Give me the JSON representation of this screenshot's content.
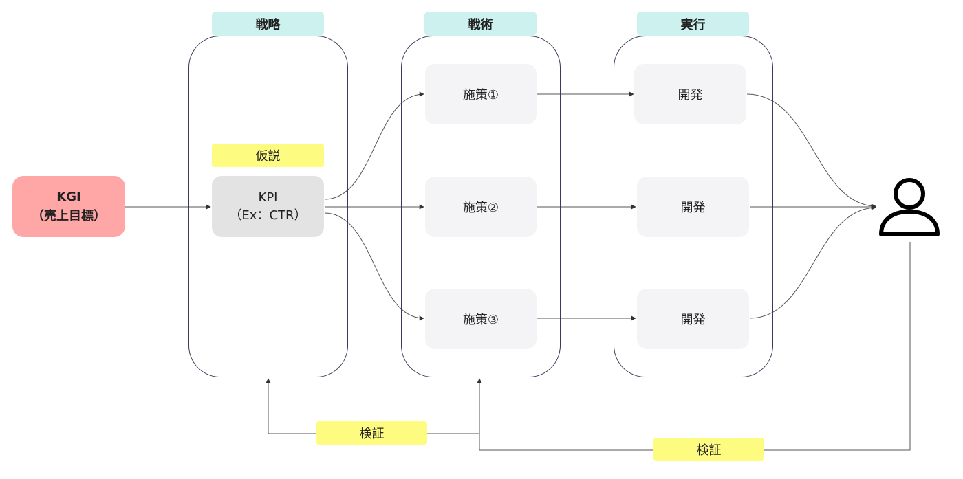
{
  "columns": {
    "strategy": {
      "title": "戦略"
    },
    "tactics": {
      "title": "戦術"
    },
    "execution": {
      "title": "実行"
    }
  },
  "kgi": {
    "line1": "KGI",
    "line2": "（売上目標）"
  },
  "hypothesis": {
    "label": "仮説"
  },
  "kpi": {
    "line1": "KPI",
    "line2": "（Ex：CTR）"
  },
  "measures": [
    {
      "label": "施策①"
    },
    {
      "label": "施策②"
    },
    {
      "label": "施策③"
    }
  ],
  "developments": [
    {
      "label": "開発"
    },
    {
      "label": "開発"
    },
    {
      "label": "開発"
    }
  ],
  "verification": [
    {
      "label": "検証"
    },
    {
      "label": "検証"
    }
  ],
  "icons": {
    "user": "user-icon"
  },
  "colors": {
    "kgi": "#ffa6a6",
    "column_title": "#cdf1ee",
    "tag": "#fdfb80",
    "node": "#f4f4f6",
    "kpi": "#e3e3e3"
  }
}
